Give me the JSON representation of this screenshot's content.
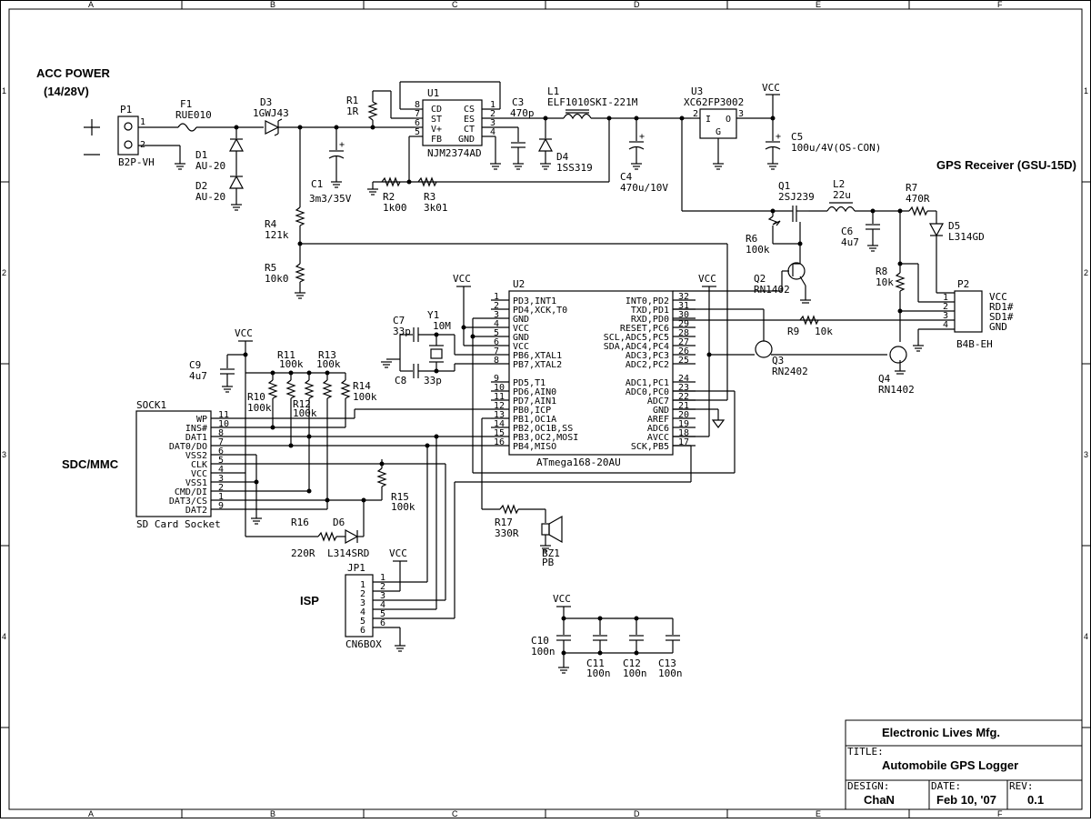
{
  "border": {
    "columns": [
      "A",
      "B",
      "C",
      "D",
      "E",
      "F"
    ],
    "rows": [
      "1",
      "2",
      "3",
      "4"
    ]
  },
  "sections": {
    "acc_power": "ACC POWER",
    "acc_voltage": "(14/28V)",
    "gps": "GPS Receiver (GSU-15D)",
    "sdc": "SDC/MMC",
    "isp": "ISP"
  },
  "parts": {
    "p1": "P1",
    "p1_type": "B2P-VH",
    "f1": "F1",
    "f1_val": "RUE010",
    "d1": "D1",
    "d1_val": "AU-20",
    "d2": "D2",
    "d2_val": "AU-20",
    "d3": "D3",
    "d3_val": "1GWJ43",
    "r1": "R1",
    "r1_val": "1R",
    "c1": "C1",
    "c1_val": "3m3/35V",
    "r2": "R2",
    "r2_val": "1k00",
    "r3": "R3",
    "r3_val": "3k01",
    "u1": "U1",
    "u1_val": "NJM2374AD",
    "u1_pins": [
      "CD",
      "ST",
      "V+",
      "FB",
      "CS",
      "ES",
      "CT",
      "GND"
    ],
    "c3": "C3",
    "c3_val": "470p",
    "l1": "L1",
    "l1_val": "ELF1010SKI-221M",
    "d4": "D4",
    "d4_val": "1SS319",
    "c4": "C4",
    "c4_val": "470u/10V",
    "u3": "U3",
    "u3_val": "XC62FP3002",
    "u3_in": "I",
    "u3_out": "O",
    "u3_gnd": "G",
    "vcc": "VCC",
    "c5": "C5",
    "c5_val": "100u/4V(OS-CON)",
    "r4": "R4",
    "r4_val": "121k",
    "r5": "R5",
    "r5_val": "10k0",
    "q1": "Q1",
    "q1_val": "2SJ239",
    "l2": "L2",
    "l2_val": "22u",
    "c6": "C6",
    "c6_val": "4u7",
    "r6": "R6",
    "r6_val": "100k",
    "r7": "R7",
    "r7_val": "470R",
    "d5": "D5",
    "d5_val": "L314GD",
    "q2": "Q2",
    "q2_val": "RN1402",
    "r8": "R8",
    "r8_val": "10k",
    "p2": "P2",
    "p2_val": "B4B-EH",
    "p2_pins": [
      "VCC",
      "RD1#",
      "SD1#",
      "GND"
    ],
    "r9": "R9",
    "r9_val": "10k",
    "q3": "Q3",
    "q3_val": "RN2402",
    "q4": "Q4",
    "q4_val": "RN1402",
    "c7": "C7",
    "c7_val": "33p",
    "y1": "Y1",
    "y1_val": "10M",
    "c8": "C8",
    "c8_val": "33p",
    "c9": "C9",
    "c9_val": "4u7",
    "r10": "R10",
    "r10_val": "100k",
    "r11": "R11",
    "r11_val": "100k",
    "r12": "R12",
    "r12_val": "100k",
    "r13": "R13",
    "r13_val": "100k",
    "r14": "R14",
    "r14_val": "100k",
    "r15": "R15",
    "r15_val": "100k",
    "r16": "R16",
    "r16_val": "220R",
    "d6": "D6",
    "d6_val": "L314SRD",
    "r17": "R17",
    "r17_val": "330R",
    "bz1": "BZ1",
    "bz1_val": "PB",
    "jp1": "JP1",
    "jp1_val": "CN6BOX",
    "c10": "C10",
    "c10_val": "100n",
    "c11": "C11",
    "c11_val": "100n",
    "c12": "C12",
    "c12_val": "100n",
    "c13": "C13",
    "c13_val": "100n",
    "sock1": "SOCK1",
    "sock1_val": "SD Card Socket",
    "sock_pins": [
      "WP",
      "INS#",
      "DAT1",
      "DAT0/DO",
      "VSS2",
      "CLK",
      "VCC",
      "VSS1",
      "CMD/DI",
      "DAT3/CS",
      "DAT2"
    ],
    "sock_nums": [
      "11",
      "10",
      "8",
      "7",
      "6",
      "5",
      "4",
      "3",
      "2",
      "1",
      "9"
    ],
    "u2": "U2",
    "u2_val": "ATmega168-20AU",
    "u2_left": [
      "PD3,INT1",
      "PD4,XCK,T0",
      "GND",
      "VCC",
      "GND",
      "VCC",
      "PB6,XTAL1",
      "PB7,XTAL2",
      "PD5,T1",
      "PD6,AIN0",
      "PD7,AIN1",
      "PB0,ICP",
      "PB1,OC1A",
      "PB2,OC1B,SS",
      "PB3,OC2,MOSI",
      "PB4,MISO"
    ],
    "u2_left_nums": [
      "1",
      "2",
      "3",
      "4",
      "5",
      "6",
      "7",
      "8",
      "9",
      "10",
      "11",
      "12",
      "13",
      "14",
      "15",
      "16"
    ],
    "u2_right": [
      "INT0,PD2",
      "TXD,PD1",
      "RXD,PD0",
      "RESET,PC6",
      "SCL,ADC5,PC5",
      "SDA,ADC4,PC4",
      "ADC3,PC3",
      "ADC2,PC2",
      "ADC1,PC1",
      "ADC0,PC0",
      "ADC7",
      "GND",
      "AREF",
      "ADC6",
      "AVCC",
      "SCK,PB5"
    ],
    "u2_right_nums": [
      "32",
      "31",
      "30",
      "29",
      "28",
      "27",
      "26",
      "25",
      "24",
      "23",
      "22",
      "21",
      "20",
      "19",
      "18",
      "17"
    ]
  },
  "title_block": {
    "company": "Electronic Lives Mfg.",
    "title_label": "TITLE:",
    "title": "Automobile GPS Logger",
    "design_label": "DESIGN:",
    "designer": "ChaN",
    "date_label": "DATE:",
    "date": "Feb 10, '07",
    "rev_label": "REV:",
    "rev": "0.1"
  }
}
